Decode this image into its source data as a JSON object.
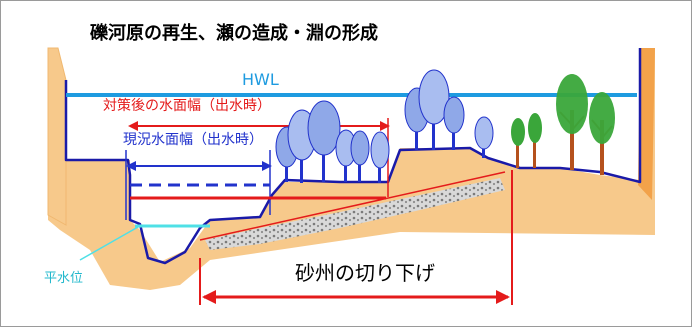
{
  "title": "礫河原の再生、瀬の造成・淵の形成",
  "labels": {
    "hwl": "HWL",
    "water_width_after": "対策後の水面幅（出水時）",
    "water_width_current": "現況水面幅（出水時）",
    "normal_water_level": "平水位",
    "sandbar_cutdown": "砂州の切り下げ"
  },
  "colors": {
    "ground": "#f7c98b",
    "ground_outline": "#1a1aa8",
    "hwl_line": "#1e9be0",
    "after_line": "#e41b1b",
    "current_line": "#2233cc",
    "normal_line": "#4fe0e6",
    "gravel": "#9a9a9a",
    "tree_blue": "#7f9fe0",
    "tree_green": "#3aa63a",
    "trunk_brown": "#b5511d"
  },
  "icons": {
    "trees_blue": "tree-blue-icon",
    "trees_green": "tree-green-icon",
    "arrow": "double-arrow-icon"
  }
}
